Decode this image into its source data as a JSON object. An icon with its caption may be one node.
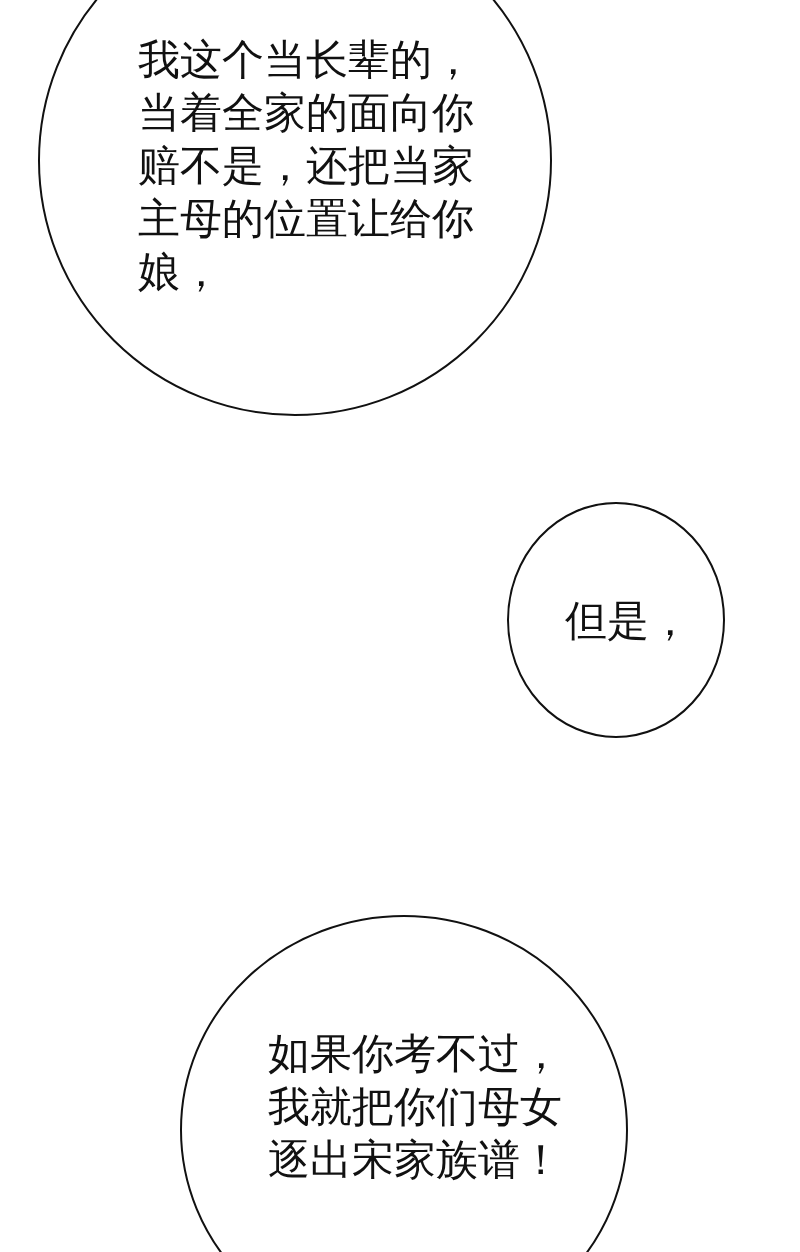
{
  "diagram": {
    "nodes": [
      {
        "text": [
          "我这个当长辈的，当着全家的面向你赔不是，还把当家主母的位置让给你娘，"
        ]
      },
      {
        "text": [
          "但是，"
        ]
      },
      {
        "text": [
          "如果你考不过，我就把你们母女逐出宋家族谱！"
        ]
      }
    ]
  }
}
